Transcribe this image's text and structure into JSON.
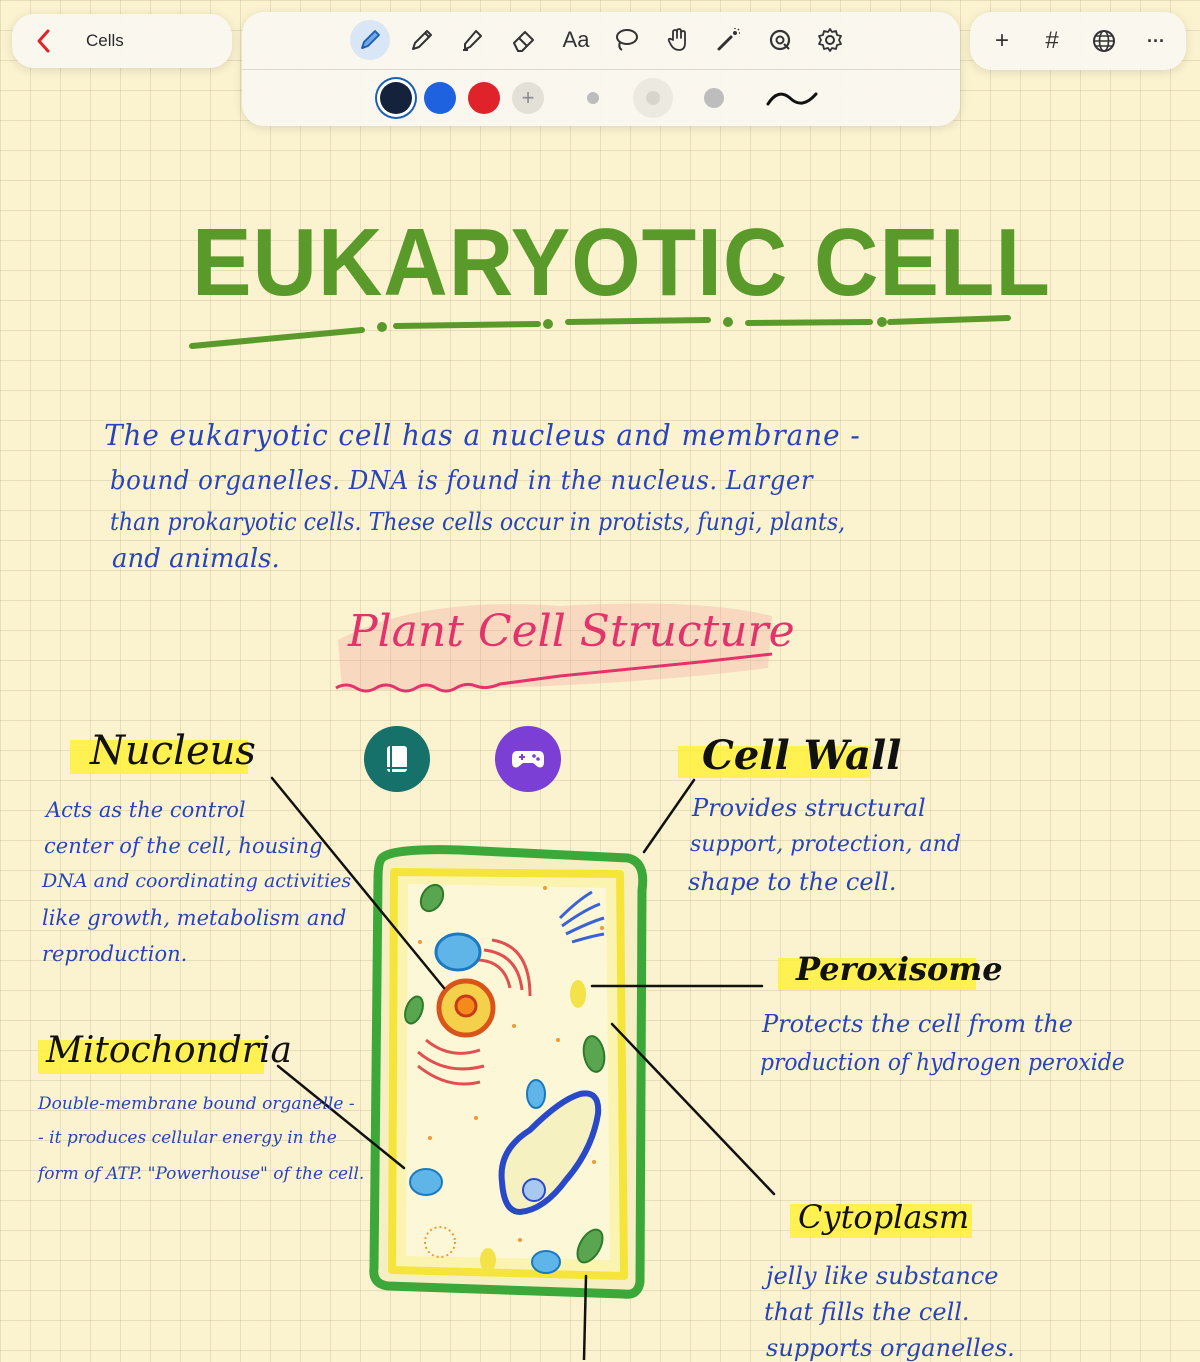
{
  "app": {
    "note_title": "Cells"
  },
  "toolbar": {
    "tools": [
      {
        "name": "pen-tool-icon",
        "active": true
      },
      {
        "name": "pencil-tool-icon",
        "active": false
      },
      {
        "name": "highlighter-tool-icon",
        "active": false
      },
      {
        "name": "eraser-tool-icon",
        "active": false
      },
      {
        "name": "text-tool-icon",
        "label": "Aa",
        "active": false
      },
      {
        "name": "lasso-tool-icon",
        "active": false
      },
      {
        "name": "hand-tool-icon",
        "active": false
      },
      {
        "name": "laser-pointer-icon",
        "active": false
      },
      {
        "name": "shapes-tool-icon",
        "active": false
      },
      {
        "name": "settings-icon",
        "active": false
      }
    ],
    "colors": [
      "#14233b",
      "#1e62e0",
      "#e0232b"
    ],
    "selected_color": "#14233b",
    "add_color_label": "+",
    "right_icons": [
      "add-icon",
      "hashtag-icon",
      "globe-icon",
      "more-icon"
    ],
    "add_label": "+",
    "hashtag_label": "#",
    "more_label": "···"
  },
  "note": {
    "heading": "EUKARYOTIC CELL",
    "intro_lines": [
      "The eukaryotic cell has a nucleus and membrane -",
      "bound organelles. DNA is found in the nucleus. Larger",
      "than prokaryotic cells. These cells occur in protists, fungi, plants,",
      "and animals."
    ],
    "subheading": "Plant Cell Structure",
    "labels": {
      "nucleus": {
        "title": "Nucleus",
        "lines": [
          "Acts as the control",
          "center of the cell, housing",
          "DNA and coordinating activities",
          "like growth, metabolism and",
          "reproduction."
        ]
      },
      "cell_wall": {
        "title": "Cell Wall",
        "lines": [
          "Provides structural",
          "support, protection, and",
          "shape to the cell."
        ]
      },
      "peroxisome": {
        "title": "Peroxisome",
        "lines": [
          "Protects the cell from the",
          "production of hydrogen peroxide"
        ]
      },
      "mitochondria": {
        "title": "Mitochondria",
        "lines": [
          "Double-membrane bound organelle -",
          "- it produces cellular energy in the",
          "form of ATP. \"Powerhouse\" of the cell."
        ]
      },
      "cytoplasm": {
        "title": "Cytoplasm",
        "lines": [
          "jelly like substance",
          "that fills the cell.",
          "supports organelles."
        ]
      }
    }
  },
  "colors": {
    "heading_green": "#5a9a2a",
    "ink_blue": "#2745b8",
    "ink_pink": "#e2336b",
    "ink_black": "#111111",
    "highlight_yellow": "#fff03c",
    "accent_red": "#e0232b",
    "float_book_bg": "#15716a",
    "float_game_bg": "#7b3fd6"
  },
  "floating": {
    "book_icon": "book-icon",
    "game_icon": "gamepad-icon"
  }
}
